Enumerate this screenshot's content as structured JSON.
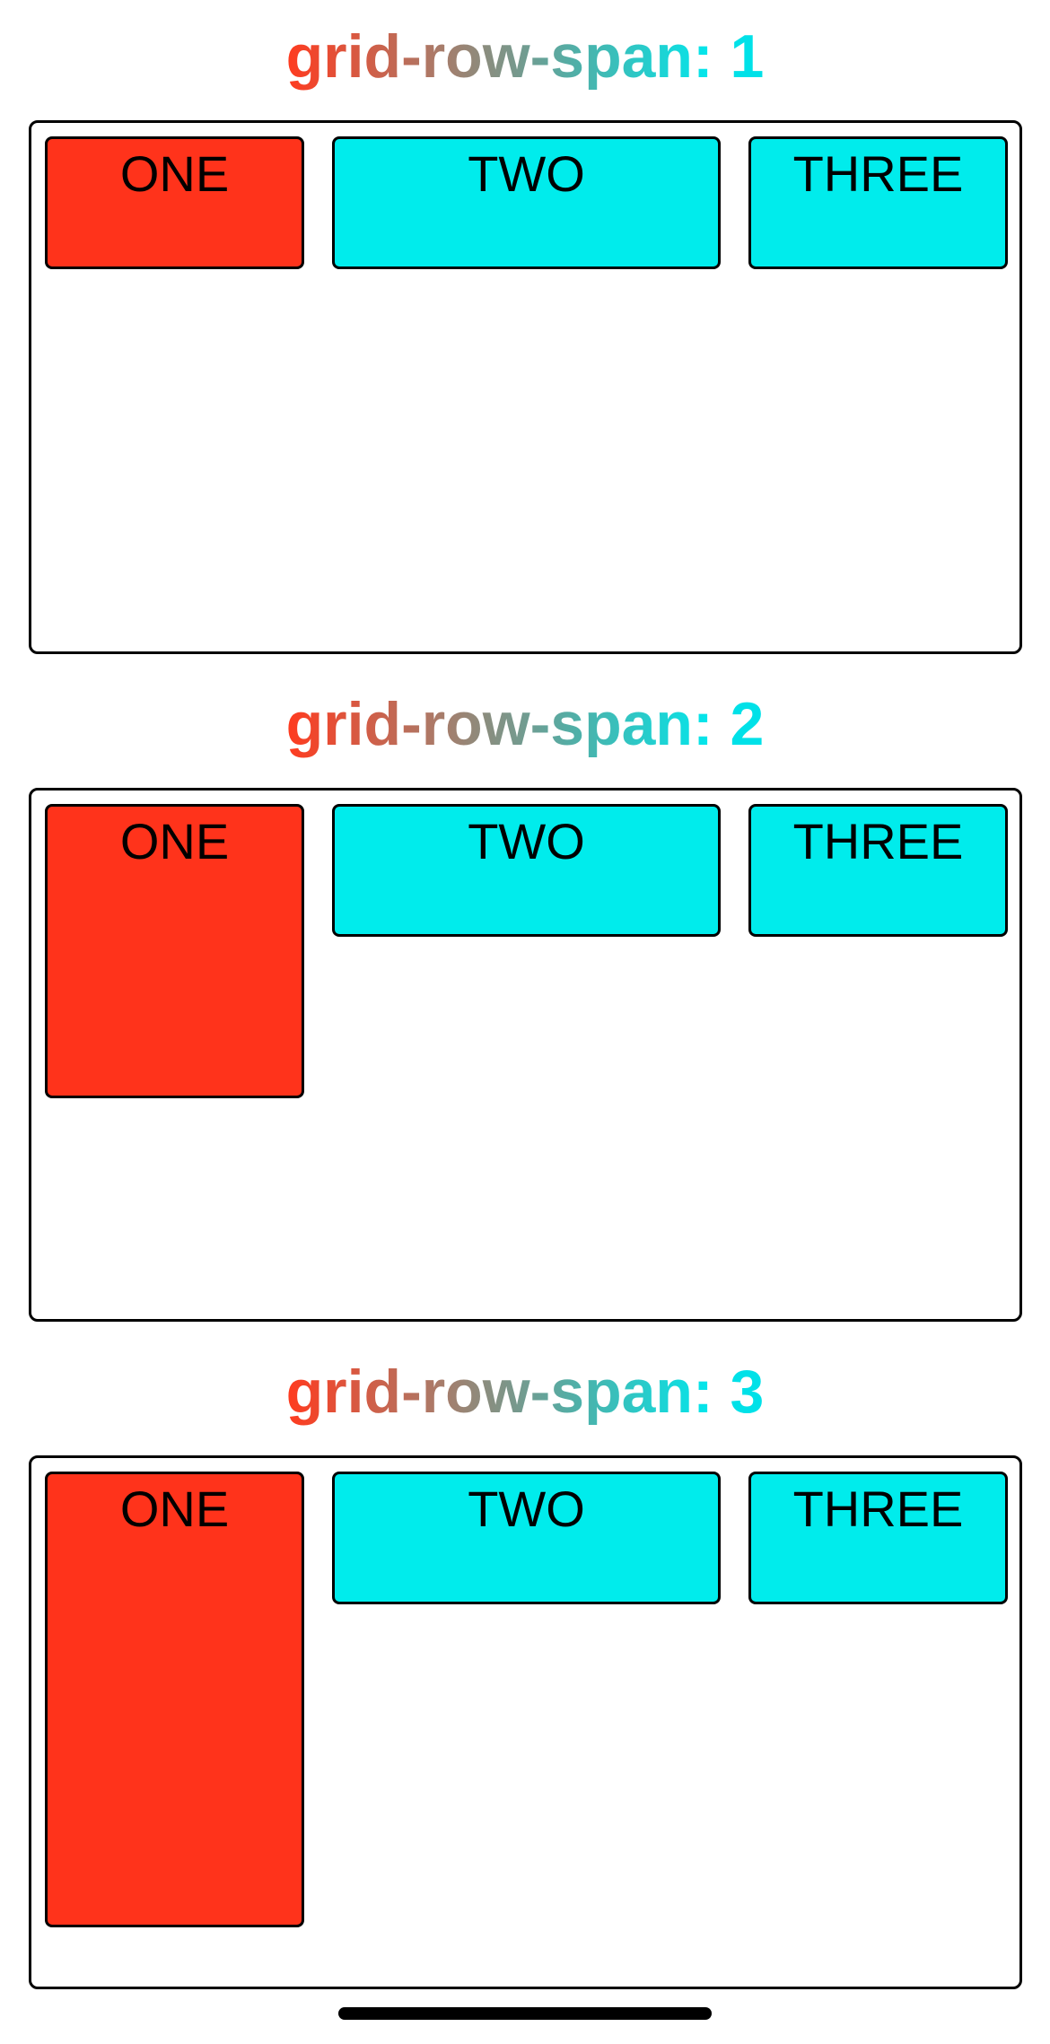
{
  "sections": [
    {
      "title_prefix": "grid-row-span:",
      "span_value": "1",
      "cells": {
        "one": "ONE",
        "two": "TWO",
        "three": "THREE"
      }
    },
    {
      "title_prefix": "grid-row-span:",
      "span_value": "2",
      "cells": {
        "one": "ONE",
        "two": "TWO",
        "three": "THREE"
      }
    },
    {
      "title_prefix": "grid-row-span:",
      "span_value": "3",
      "cells": {
        "one": "ONE",
        "two": "TWO",
        "three": "THREE"
      }
    }
  ],
  "colors": {
    "cell_one": "#ff331b",
    "cell_other": "#00ecec",
    "title_gradient_start": "#ff3b1f",
    "title_gradient_end": "#00e8ee"
  }
}
